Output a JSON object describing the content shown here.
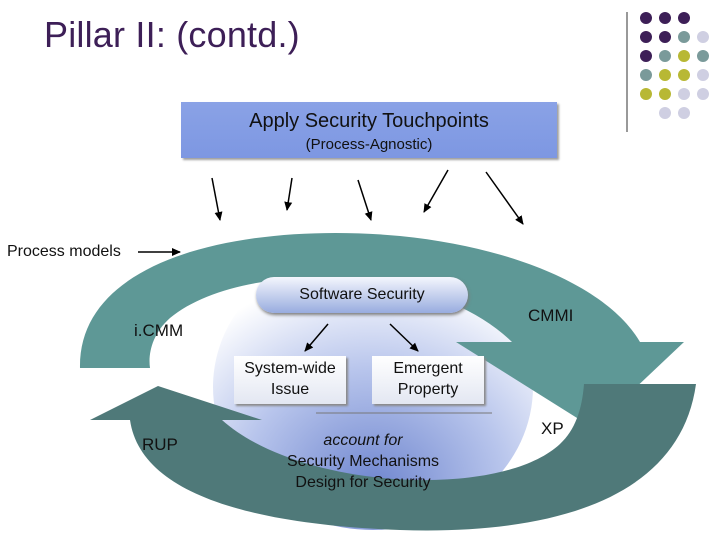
{
  "slide": {
    "title": "Pillar II: (contd.)",
    "banner": {
      "title": "Apply Security Touchpoints",
      "subtitle": "(Process-Agnostic)"
    },
    "process_models_label": "Process models",
    "center_label": "Software Security",
    "model_labels": {
      "cmmi": "CMMI",
      "icmm": "i.CMM",
      "rup": "RUP",
      "xp": "XP"
    },
    "box_system_wide": {
      "line1": "System-wide",
      "line2": "Issue"
    },
    "box_emergent": {
      "line1": "Emergent",
      "line2": "Property"
    },
    "account_text": {
      "line1": "account for",
      "line2": "Security Mechanisms",
      "line3": "Design for Security"
    }
  },
  "colors": {
    "title": "#3d1f57",
    "banner": "#7d97e2",
    "arrow_teal": "#5e9896",
    "arrow_dark": "#4f7979",
    "dots_purple": "#3d1f57",
    "dots_gray": "#7a9a9a",
    "dots_olive": "#b8b834",
    "dots_light": "#cfcfe2"
  }
}
